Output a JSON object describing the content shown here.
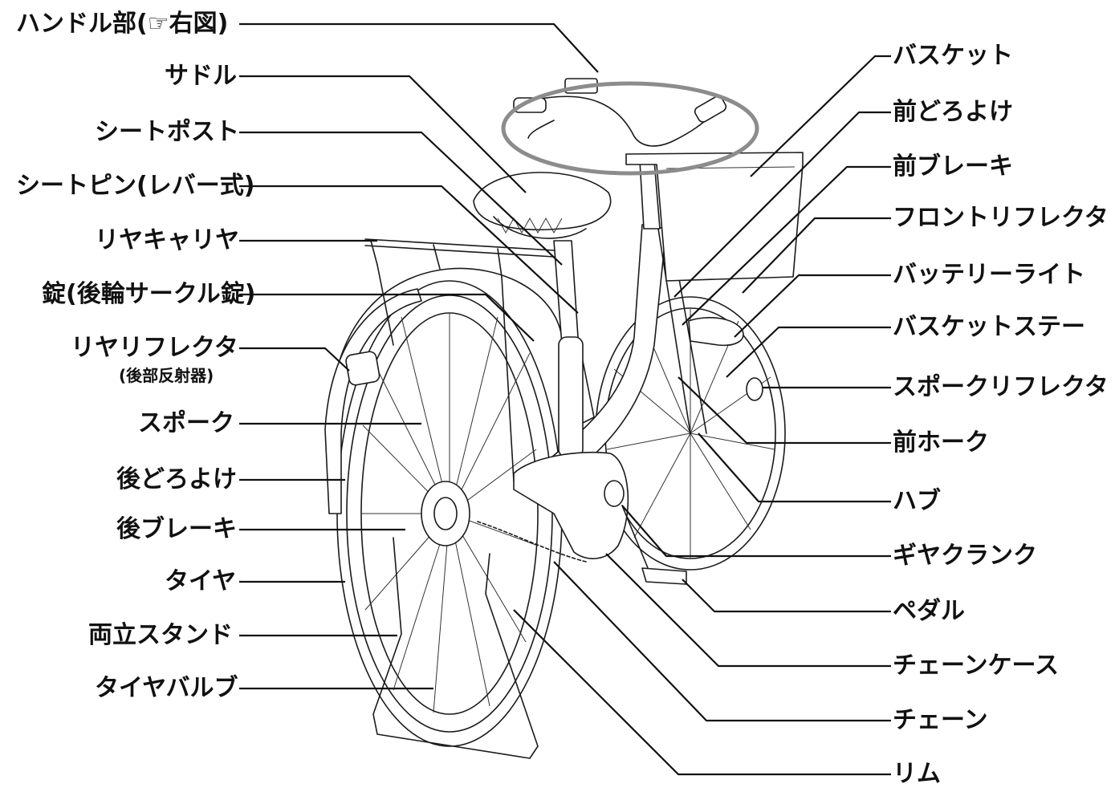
{
  "left_labels": {
    "handlebar": "ハンドル部(☞右図)",
    "saddle": "サドル",
    "seat_post": "シートポスト",
    "seat_pin": "シートピン(レバー式)",
    "rear_carrier": "リヤキャリヤ",
    "lock": "錠(後輪サークル錠)",
    "rear_reflector": "リヤリフレクタ",
    "rear_reflector_sub": "(後部反射器)",
    "spoke": "スポーク",
    "rear_fender": "後どろよけ",
    "rear_brake": "後ブレーキ",
    "tire": "タイヤ",
    "double_stand": "両立スタンド",
    "tire_valve": "タイヤバルブ"
  },
  "right_labels": {
    "basket": "バスケット",
    "front_fender": "前どろよけ",
    "front_brake": "前ブレーキ",
    "front_reflector": "フロントリフレクタ",
    "battery_light": "バッテリーライト",
    "basket_stay": "バスケットステー",
    "spoke_reflector": "スポークリフレクタ",
    "front_fork": "前ホーク",
    "hub": "ハブ",
    "gear_crank": "ギヤクランク",
    "pedal": "ペダル",
    "chain_case": "チェーンケース",
    "chain": "チェーン",
    "rim": "リム"
  },
  "colors": {
    "line": "#111111",
    "highlight_ring": "#8c8c8c"
  }
}
